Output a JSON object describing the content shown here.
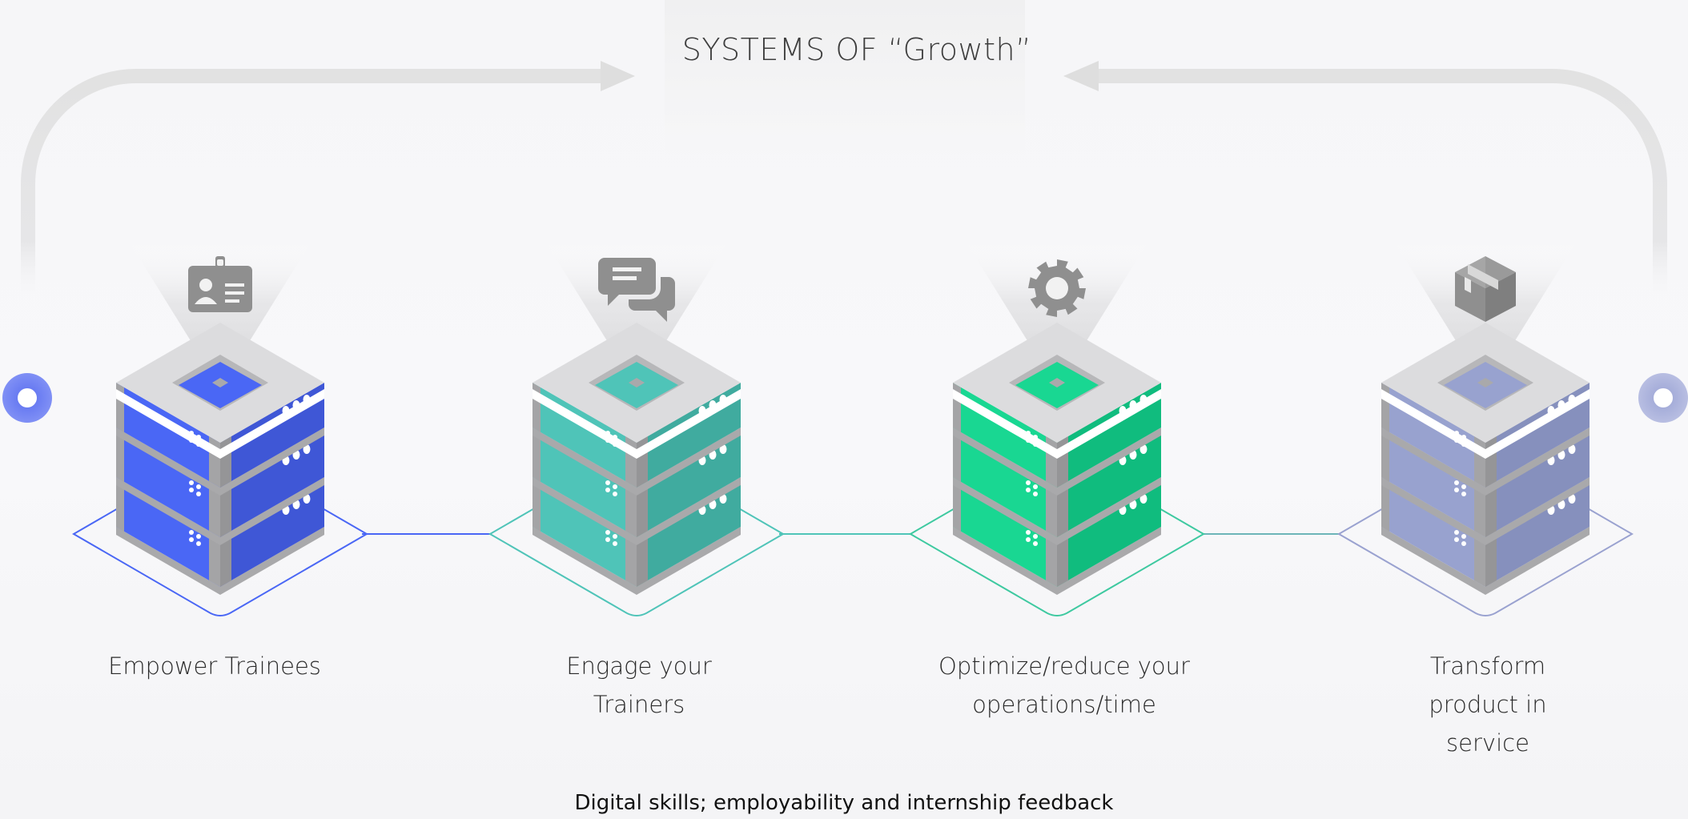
{
  "title": "SYSTEMS OF “Growth”",
  "footer": "Digital skills; employability and internship feedback",
  "stages": [
    {
      "label": "Empower Trainees",
      "icon": "id-card-icon",
      "color": "#4a67f5",
      "dark": "#3f57d6",
      "light": "#6a82f7",
      "outline": "#4a67f5"
    },
    {
      "label": "Engage your Trainers",
      "icon": "chat-bubbles-icon",
      "color": "#4fc4b8",
      "dark": "#40ab9f",
      "light": "#6fd2c8",
      "outline": "#4fc4b8"
    },
    {
      "label": "Optimize/reduce your operations/time",
      "icon": "gear-icon",
      "color": "#19d792",
      "dark": "#10bc7e",
      "light": "#3ae3a6",
      "outline": "#3ec9a0"
    },
    {
      "label": "Transform product in service",
      "icon": "package-box-icon",
      "color": "#98a2cf",
      "dark": "#8690bd",
      "light": "#aeb6da",
      "outline": "#9aa2d0"
    }
  ]
}
